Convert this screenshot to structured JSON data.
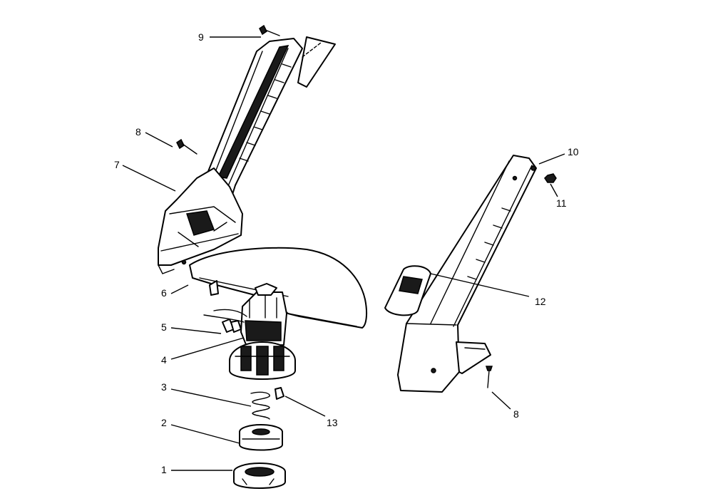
{
  "callouts": [
    {
      "id": "c1",
      "number": "1"
    },
    {
      "id": "c2",
      "number": "2"
    },
    {
      "id": "c3",
      "number": "3"
    },
    {
      "id": "c4",
      "number": "4"
    },
    {
      "id": "c5",
      "number": "5"
    },
    {
      "id": "c6",
      "number": "6"
    },
    {
      "id": "c7",
      "number": "7"
    },
    {
      "id": "c8a",
      "number": "8"
    },
    {
      "id": "c8b",
      "number": "8"
    },
    {
      "id": "c9",
      "number": "9"
    },
    {
      "id": "c10",
      "number": "10"
    },
    {
      "id": "c11",
      "number": "11"
    },
    {
      "id": "c12",
      "number": "12"
    },
    {
      "id": "c13",
      "number": "13"
    }
  ]
}
